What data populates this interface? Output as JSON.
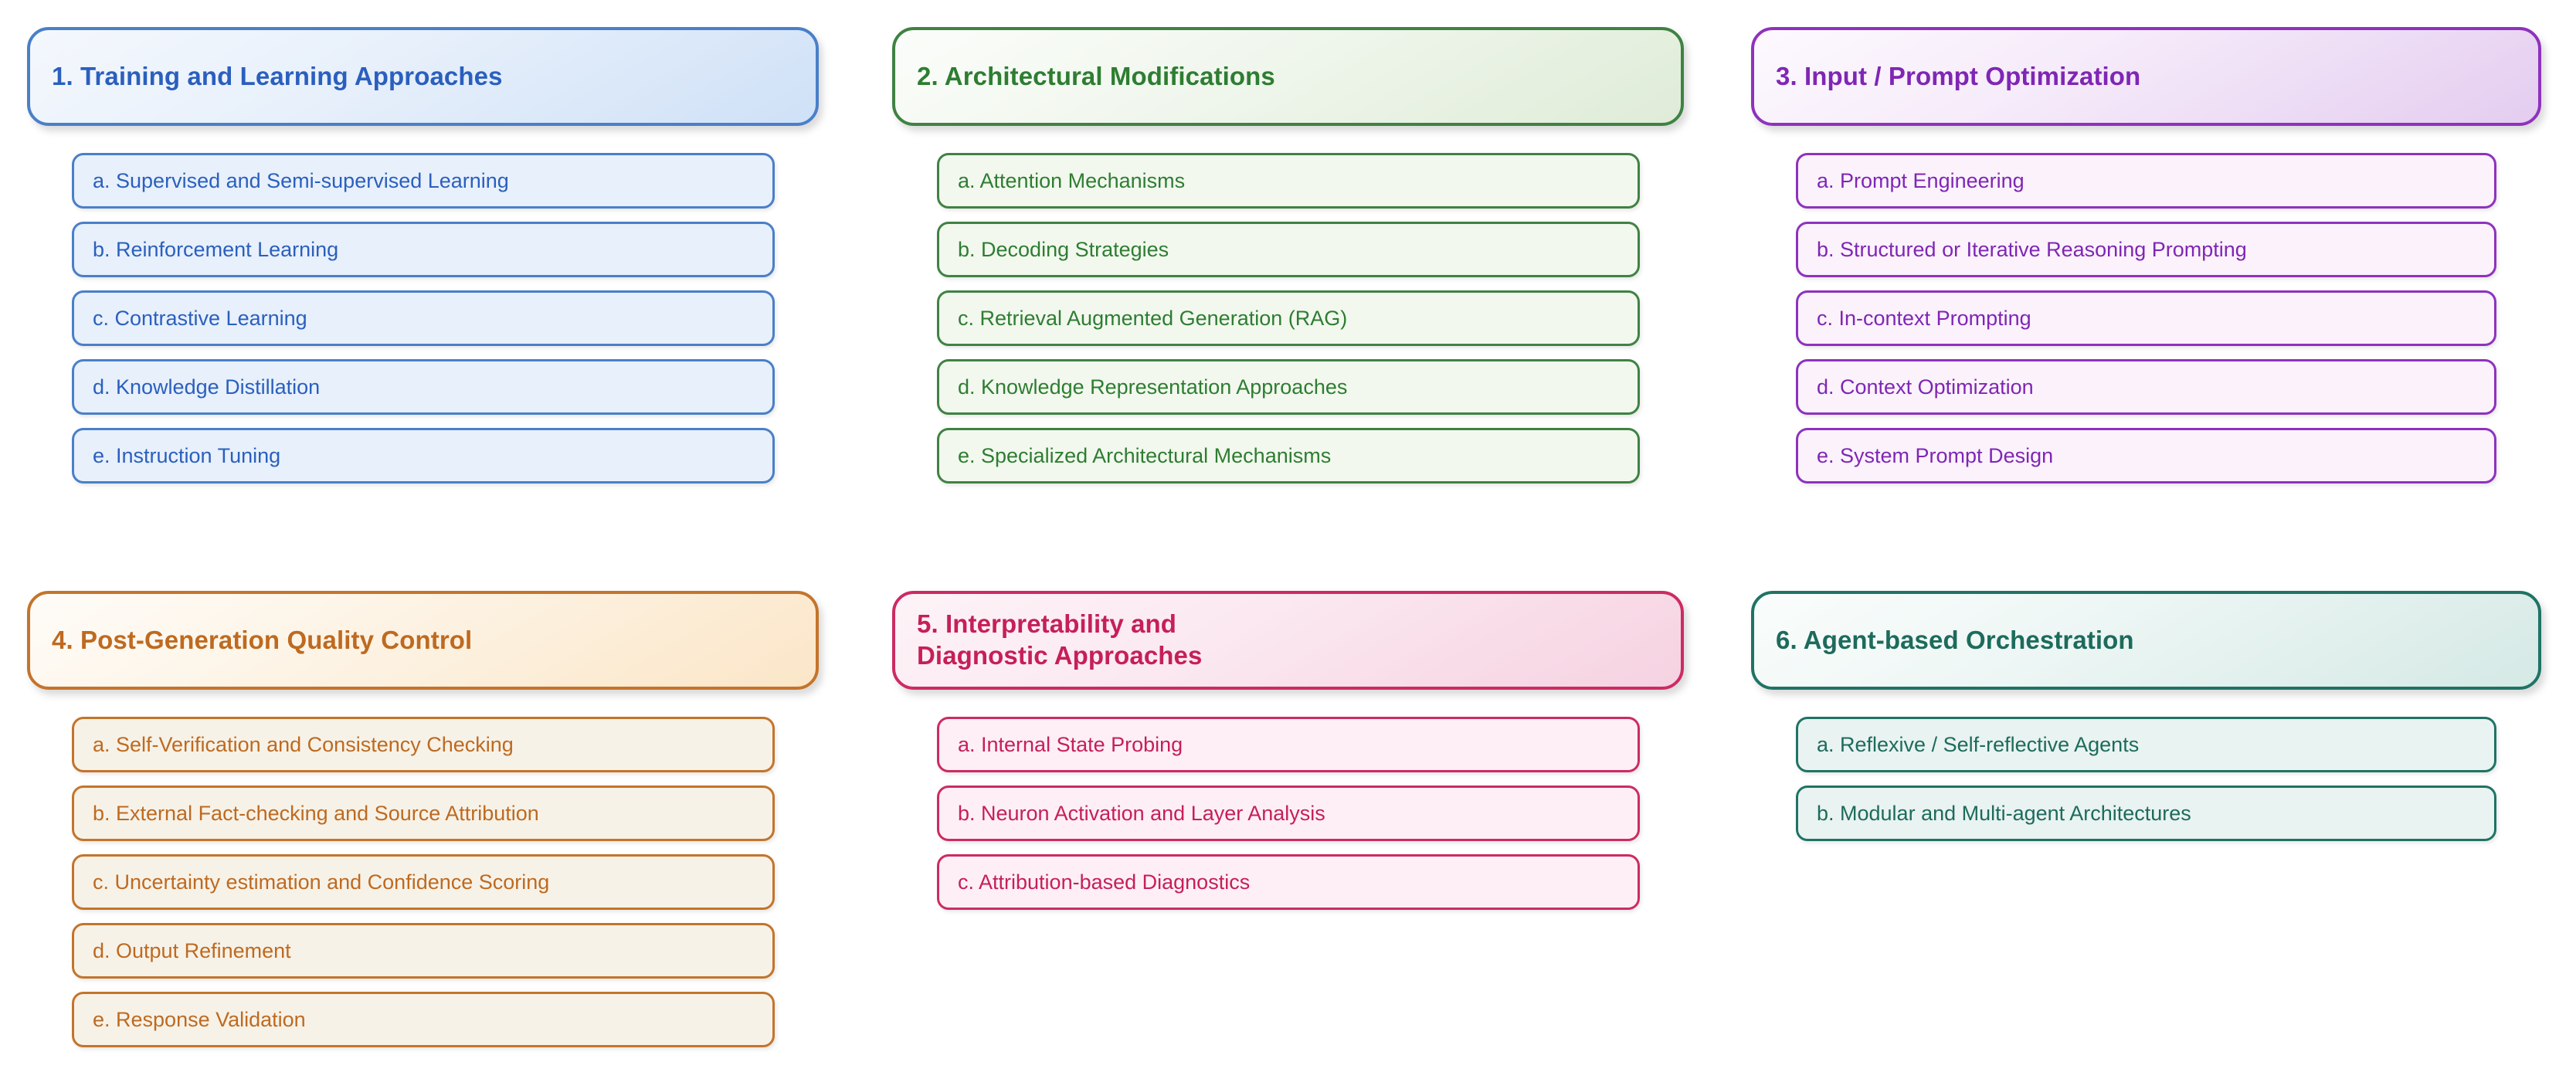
{
  "diagram": {
    "title_present": false,
    "columns": 3,
    "rows": 2,
    "categories": [
      {
        "id": "training-and-learning-approaches",
        "number": "1.",
        "title": "1. Training and Learning Approaches",
        "accent": "#2b5fbe",
        "border": "#4a7fc8",
        "fill": "#e7f0fb",
        "items": [
          {
            "label": "a. Supervised and Semi-supervised Learning"
          },
          {
            "label": "b. Reinforcement Learning"
          },
          {
            "label": "c. Contrastive Learning"
          },
          {
            "label": "d. Knowledge Distillation"
          },
          {
            "label": "e. Instruction Tuning"
          }
        ]
      },
      {
        "id": "architectural-modifications",
        "number": "2.",
        "title": "2. Architectural Modifications",
        "accent": "#2e7d32",
        "border": "#3f8243",
        "fill": "#f2f8ee",
        "items": [
          {
            "label": "a. Attention Mechanisms"
          },
          {
            "label": "b. Decoding Strategies"
          },
          {
            "label": "c. Retrieval Augmented Generation (RAG)"
          },
          {
            "label": "d. Knowledge Representation Approaches"
          },
          {
            "label": "e. Specialized Architectural Mechanisms"
          }
        ]
      },
      {
        "id": "input-prompt-optimization",
        "number": "3.",
        "title": "3. Input / Prompt Optimization",
        "accent": "#7f26b4",
        "border": "#8e32bd",
        "fill": "#fbf2fc",
        "items": [
          {
            "label": "a. Prompt Engineering"
          },
          {
            "label": "b. Structured or Iterative Reasoning Prompting"
          },
          {
            "label": "c. In-context Prompting"
          },
          {
            "label": "d. Context Optimization"
          },
          {
            "label": "e. System Prompt Design"
          }
        ]
      },
      {
        "id": "post-generation-quality-control",
        "number": "4.",
        "title": "4. Post-Generation Quality Control",
        "accent": "#be6a20",
        "border": "#c4742b",
        "fill": "#f7f2e8",
        "items": [
          {
            "label": "a. Self-Verification and Consistency Checking"
          },
          {
            "label": "b. External Fact-checking and Source Attribution"
          },
          {
            "label": "c. Uncertainty estimation and Confidence Scoring"
          },
          {
            "label": "d. Output Refinement"
          },
          {
            "label": "e. Response Validation"
          }
        ]
      },
      {
        "id": "interpretability-and-diagnostic-approaches",
        "number": "5.",
        "title": "5. Interpretability and\nDiagnostic Approaches",
        "accent": "#c61f57",
        "border": "#cc2b63",
        "fill": "#fdeff5",
        "items": [
          {
            "label": "a. Internal State Probing"
          },
          {
            "label": "b. Neuron Activation and Layer Analysis"
          },
          {
            "label": "c. Attribution-based Diagnostics"
          }
        ]
      },
      {
        "id": "agent-based-orchestration",
        "number": "6.",
        "title": "6. Agent-based Orchestration",
        "accent": "#1d6b5c",
        "border": "#1f7365",
        "fill": "#e9f3f1",
        "items": [
          {
            "label": "a. Reflexive / Self-reflective Agents"
          },
          {
            "label": "b. Modular and Multi-agent Architectures"
          }
        ]
      }
    ]
  }
}
